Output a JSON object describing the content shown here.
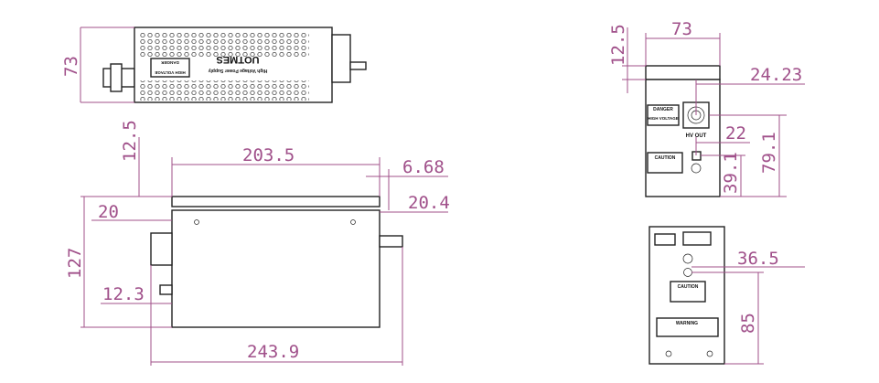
{
  "top_view": {
    "brand": "UOTMES",
    "product": "High Voltage Power Supply",
    "danger": "DANGER",
    "high_voltage": "HIGH VOLTAGE"
  },
  "dimensions": {
    "top_height": "73",
    "side_top_offset": "12.5",
    "side_length": "203.5",
    "side_connector": "6.68",
    "side_rod": "20.4",
    "side_knob": "20",
    "side_height": "127",
    "side_tab": "12.3",
    "side_total": "243.9",
    "front_width": "73",
    "front_top_offset": "12.5",
    "front_hv_x": "24.23",
    "front_port_x": "22",
    "front_hv_y": "79.1",
    "front_port_y": "39.1",
    "rear_ground_x": "36.5",
    "rear_ground_y": "85"
  },
  "front_view": {
    "danger": "DANGER",
    "high_voltage": "HIGH VOLTAGE",
    "hv_out": "HV OUT",
    "caution": "CAUTION"
  },
  "rear_view": {
    "caution": "CAUTION",
    "warning": "WARNING"
  },
  "colors": {
    "dimension": "#a0508a",
    "outline": "#222222"
  }
}
